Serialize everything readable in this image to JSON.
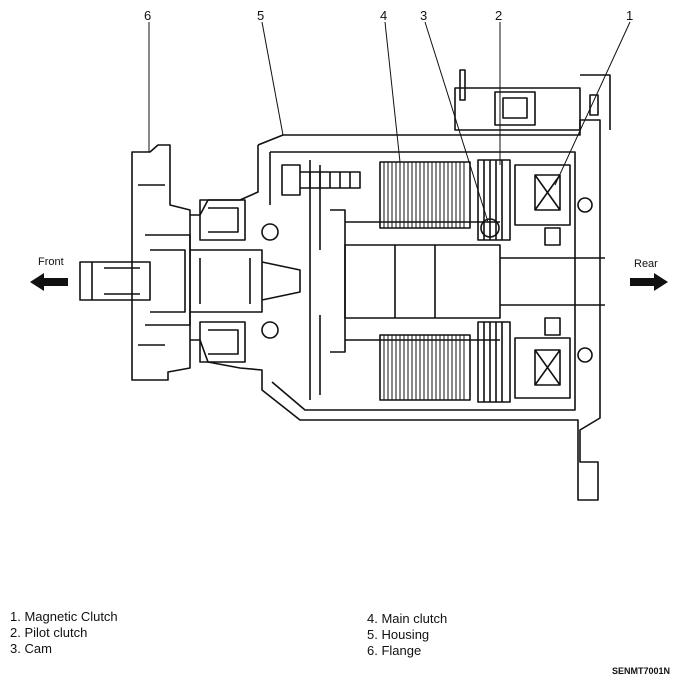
{
  "callouts": {
    "c1": "1",
    "c2": "2",
    "c3": "3",
    "c4": "4",
    "c5": "5",
    "c6": "6"
  },
  "directions": {
    "front": "Front",
    "rear": "Rear"
  },
  "legend": {
    "left": [
      "1. Magnetic Clutch",
      "2. Pilot clutch",
      "3. Cam"
    ],
    "right": [
      "4. Main clutch",
      "5. Housing",
      "6. Flange"
    ]
  },
  "figure_code": "SENMT7001N"
}
